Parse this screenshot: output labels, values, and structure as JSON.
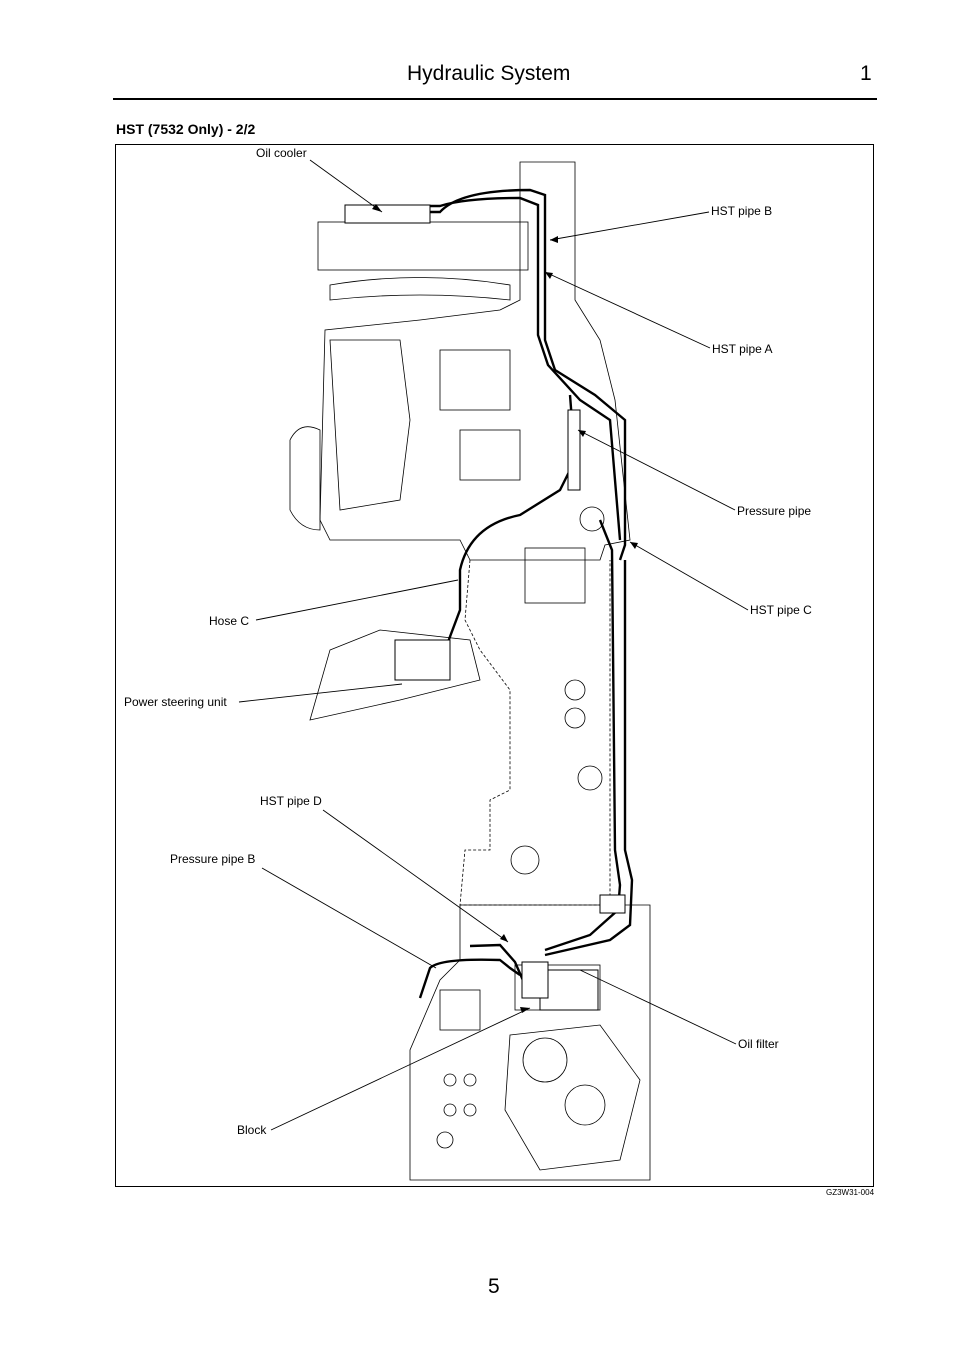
{
  "header": {
    "title": "Hydraulic System",
    "chapter": "1"
  },
  "section_title": "HST (7532 Only) - 2/2",
  "figure": {
    "code": "GZ3W31-004",
    "labels": {
      "oil_cooler": "Oil cooler",
      "hst_pipe_b": "HST pipe B",
      "hst_pipe_a": "HST pipe A",
      "pressure_pipe": "Pressure pipe",
      "hst_pipe_c": "HST pipe C",
      "hose_c": "Hose C",
      "power_steering_unit": "Power steering unit",
      "hst_pipe_d": "HST pipe D",
      "pressure_pipe_b": "Pressure pipe B",
      "oil_filter": "Oil filter",
      "block": "Block"
    }
  },
  "page_number": "5"
}
